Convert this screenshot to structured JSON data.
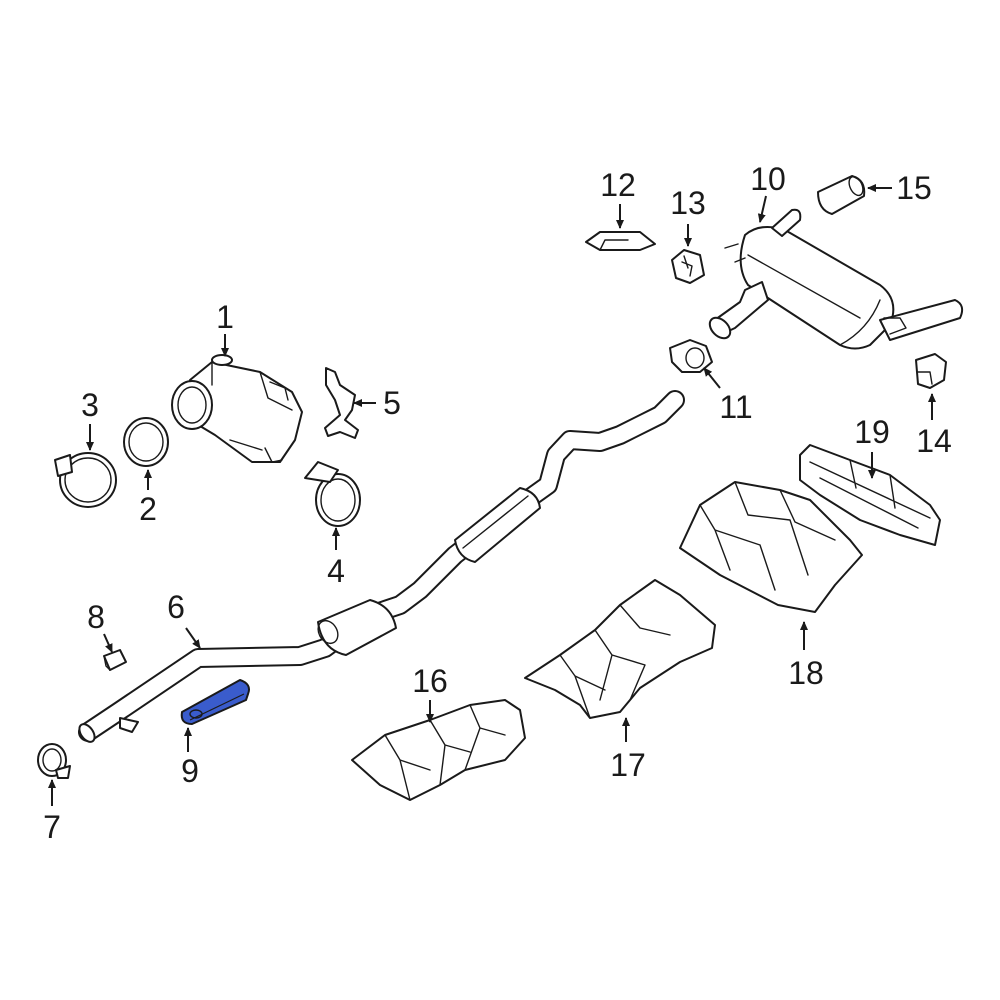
{
  "highlight_color": "#3a5ccc",
  "highlighted_part": "9",
  "callouts": [
    "1",
    "2",
    "3",
    "4",
    "5",
    "6",
    "7",
    "8",
    "9",
    "10",
    "11",
    "12",
    "13",
    "14",
    "15",
    "16",
    "17",
    "18",
    "19"
  ]
}
